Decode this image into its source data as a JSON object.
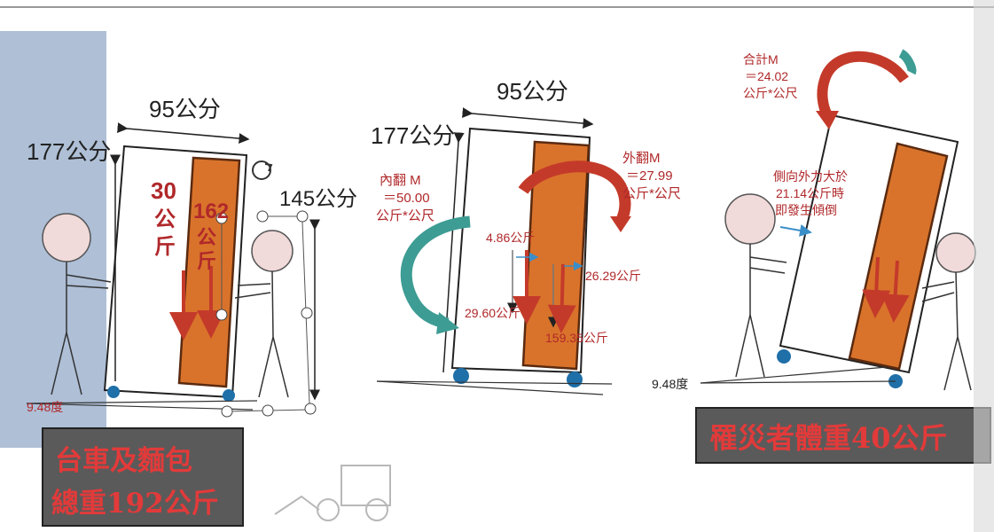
{
  "colors": {
    "background": "#ffffff",
    "left_shade": "#aebfd6",
    "bread_orange": "#d9732b",
    "bread_outline": "#5a2a10",
    "cart_wheel": "#1f6fa8",
    "moment_red": "#c43a2a",
    "moment_teal": "#3d9c93",
    "label_red": "#b0282a",
    "label_box_bg": "#5a5a5a",
    "label_box_text": "#e23a3a"
  },
  "icons": [
    "rotate-clockwise-icon",
    "stick-figure",
    "force-arrow",
    "moment-arrow",
    "cart-wheel"
  ],
  "panel_left": {
    "width_label": "95公分",
    "height_label": "177公分",
    "weight_number": "30",
    "weight_unit_1": "公",
    "weight_unit_2": "斤",
    "weight_162_number": "162",
    "weight_162_unit_1": "公",
    "weight_162_unit_2": "斤",
    "side_height_label": "145公分",
    "angle_label": "9.48度",
    "caption_line1": "台車及麵包",
    "caption_line2": "總重192公斤"
  },
  "panel_middle": {
    "width_label": "95公分",
    "height_label": "177公分",
    "inner_moment_line1": "內翻 M",
    "inner_moment_line2": "＝50.00",
    "inner_moment_line3": "公斤*公尺",
    "outer_moment_line1": "外翻M",
    "outer_moment_line2": "＝27.99",
    "outer_moment_line3": "公斤*公尺",
    "dist_left": "4.86公斤",
    "dist_right": "26.29公斤",
    "force_left": "29.60公斤",
    "force_right": "159.35公斤"
  },
  "panel_right": {
    "total_moment_line1": "合計M",
    "total_moment_line2": "＝24.02",
    "total_moment_line3": "公斤*公尺",
    "force_note_line1": "側向外力大於",
    "force_note_line2": "21.14公斤時",
    "force_note_line3": "即發生傾倒",
    "angle_label": "9.48度",
    "caption": "罹災者體重40公斤"
  }
}
